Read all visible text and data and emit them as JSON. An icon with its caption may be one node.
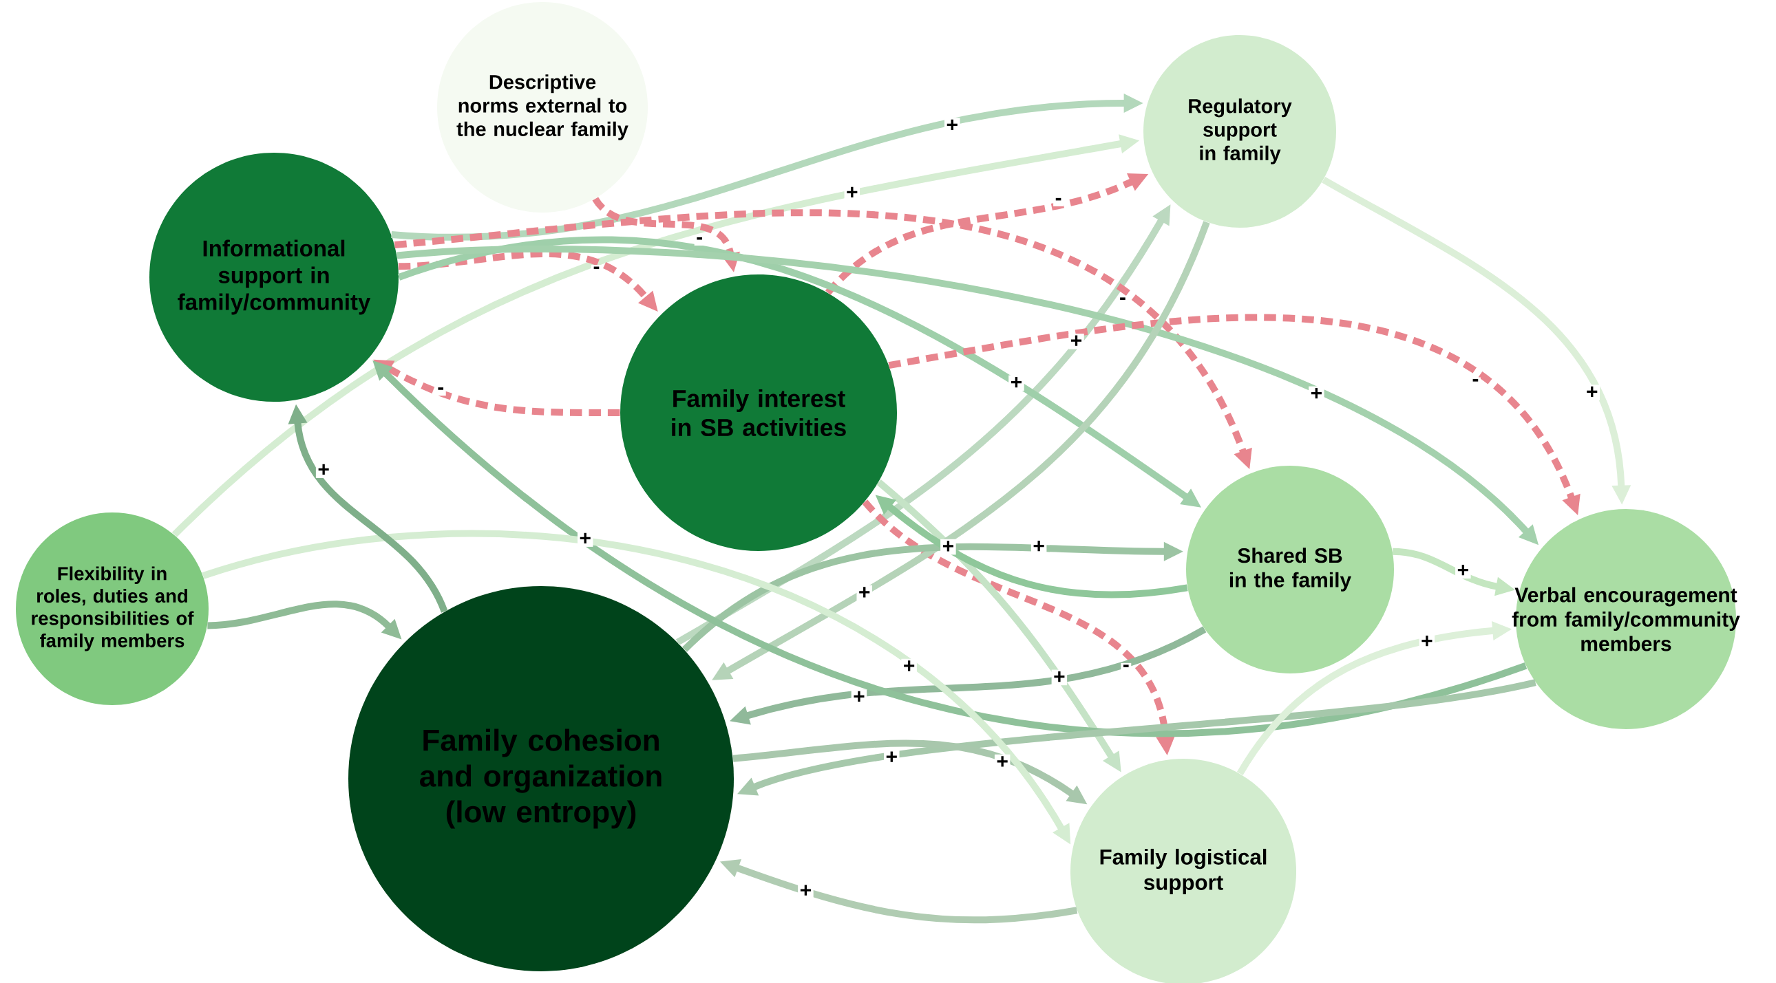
{
  "diagram": {
    "nodes": [
      {
        "text": [
          "Descriptive norms external to the nuclear family"
        ]
      },
      {
        "text": [
          "Regulatory support in family"
        ]
      },
      {
        "text": [
          "Informational support in family/community"
        ]
      },
      {
        "text": [
          "Family interest in SB activities"
        ]
      },
      {
        "text": [
          "Flexibility in roles, duties and responsibilities of family members"
        ]
      },
      {
        "text": [
          "Shared SB in the family"
        ]
      },
      {
        "text": [
          "Verbal encouragement from family/community members"
        ]
      },
      {
        "text": [
          "Family cohesion and organization (low entropy)"
        ]
      },
      {
        "text": [
          "Family logistical support"
        ]
      }
    ],
    "edges": [
      {
        "from": 2,
        "to": 1,
        "arrow": "to",
        "label": "+",
        "color": "#b3d8bb"
      },
      {
        "from": 4,
        "to": 1,
        "arrow": "to",
        "label": "+",
        "color": "#d5edd2"
      },
      {
        "from": 3,
        "to": 1,
        "arrow": "to",
        "label": "-",
        "style": "dashed",
        "color": "#e8858e"
      },
      {
        "from": 7,
        "to": 1,
        "arrow": "to",
        "label": "+",
        "color": "#bcd9c0"
      },
      {
        "from": 0,
        "to": 3,
        "arrow": "to",
        "label": "-",
        "style": "dashed",
        "color": "#e8858e"
      },
      {
        "from": 2,
        "to": 3,
        "arrow": "to",
        "label": "-",
        "style": "dashed",
        "color": "#e8858e"
      },
      {
        "from": 2,
        "to": 5,
        "arrow": "to",
        "label": "-",
        "style": "dashed",
        "color": "#e8858e"
      },
      {
        "from": 2,
        "to": 5,
        "arrow": "to",
        "label": "+",
        "color": "#9fcfaa"
      },
      {
        "from": 2,
        "to": 6,
        "arrow": "to",
        "label": "+",
        "color": "#a4d1ad"
      },
      {
        "from": 3,
        "to": 2,
        "arrow": "to",
        "label": "-",
        "style": "dashed",
        "color": "#e8858e"
      },
      {
        "from": 3,
        "to": 6,
        "arrow": "to",
        "label": "-",
        "style": "dashed",
        "color": "#e8858e"
      },
      {
        "from": 3,
        "to": 8,
        "arrow": "to",
        "label": "-",
        "style": "dashed",
        "color": "#e8858e"
      },
      {
        "from": 3,
        "to": 8,
        "arrow": "to",
        "label": "+",
        "color": "#c5e3c6"
      },
      {
        "from": 1,
        "to": 6,
        "arrow": "to",
        "label": "+",
        "color": "#dcefd8"
      },
      {
        "from": 1,
        "to": 7,
        "arrow": "to",
        "label": "+",
        "color": "#b5d3b8"
      },
      {
        "from": 5,
        "to": 7,
        "arrow": "to",
        "label": "+",
        "color": "#90b99a"
      },
      {
        "from": 7,
        "to": 5,
        "arrow": "to",
        "label": "+",
        "color": "#9cc4a3"
      },
      {
        "from": 5,
        "to": 3,
        "arrow": "to",
        "label": "+",
        "color": "#8fc79a"
      },
      {
        "from": 5,
        "to": 6,
        "arrow": "to",
        "label": "+",
        "color": "#c4e6c0"
      },
      {
        "from": 6,
        "to": 2,
        "arrow": "to",
        "label": "+",
        "color": "#8fc19a"
      },
      {
        "from": 6,
        "to": 7,
        "arrow": "to",
        "label": "+",
        "color": "#a6c8ab"
      },
      {
        "from": 8,
        "to": 7,
        "arrow": "to",
        "label": "+",
        "color": "#b0ccb2"
      },
      {
        "from": 7,
        "to": 8,
        "arrow": "to",
        "label": "+",
        "color": "#a8c7ac"
      },
      {
        "from": 4,
        "to": 8,
        "arrow": "to",
        "label": "+",
        "color": "#d5edd2"
      },
      {
        "from": 4,
        "to": 7,
        "arrow": "to",
        "color": "#8fbb96"
      },
      {
        "from": 8,
        "to": 6,
        "arrow": "to",
        "label": "+",
        "color": "#ddf0d9"
      },
      {
        "from": 7,
        "to": 2,
        "arrow": "to",
        "label": "+",
        "color": "#7faf8a"
      }
    ]
  }
}
